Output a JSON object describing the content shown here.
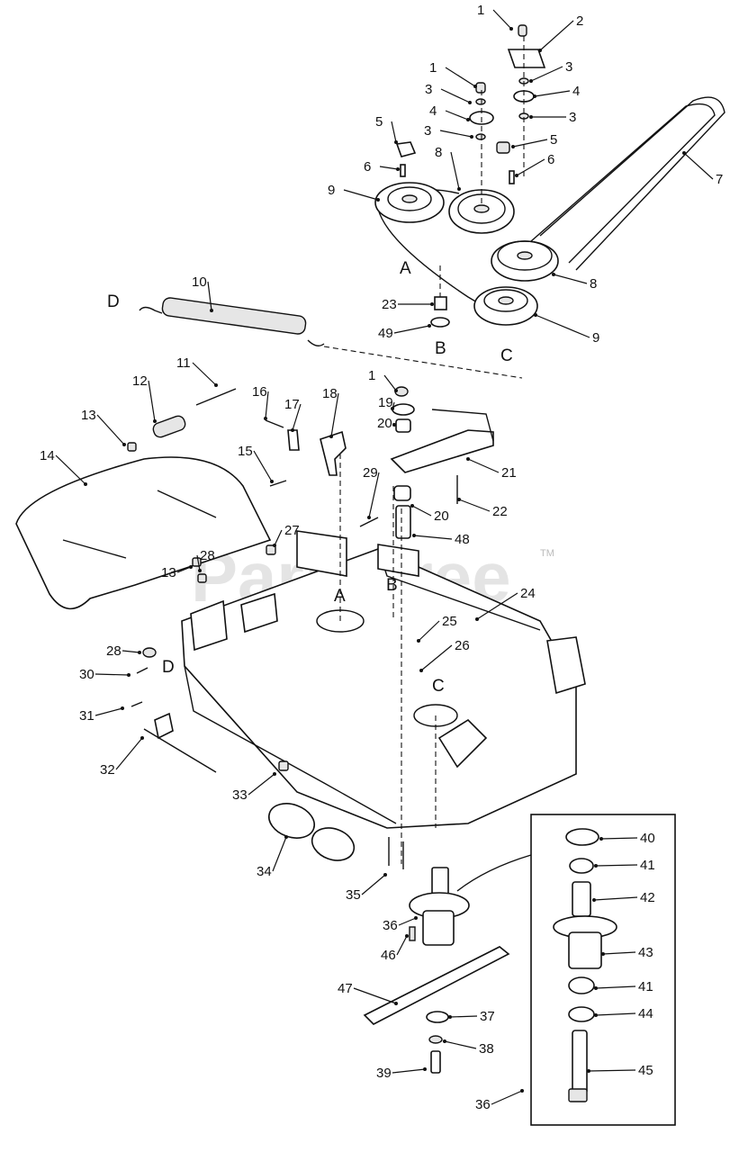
{
  "watermark": {
    "text": "PartsTree",
    "trademark": "TM"
  },
  "reference_letters": [
    "A",
    "B",
    "C",
    "D",
    "A",
    "B",
    "C",
    "D"
  ],
  "callouts": [
    {
      "n": "1"
    },
    {
      "n": "2"
    },
    {
      "n": "3"
    },
    {
      "n": "1"
    },
    {
      "n": "3"
    },
    {
      "n": "4"
    },
    {
      "n": "4"
    },
    {
      "n": "3"
    },
    {
      "n": "3"
    },
    {
      "n": "5"
    },
    {
      "n": "5"
    },
    {
      "n": "6"
    },
    {
      "n": "6"
    },
    {
      "n": "8"
    },
    {
      "n": "7"
    },
    {
      "n": "9"
    },
    {
      "n": "8"
    },
    {
      "n": "23"
    },
    {
      "n": "49"
    },
    {
      "n": "9"
    },
    {
      "n": "10"
    },
    {
      "n": "11"
    },
    {
      "n": "12"
    },
    {
      "n": "16"
    },
    {
      "n": "17"
    },
    {
      "n": "18"
    },
    {
      "n": "1"
    },
    {
      "n": "19"
    },
    {
      "n": "20"
    },
    {
      "n": "13"
    },
    {
      "n": "14"
    },
    {
      "n": "15"
    },
    {
      "n": "21"
    },
    {
      "n": "29"
    },
    {
      "n": "22"
    },
    {
      "n": "20"
    },
    {
      "n": "27"
    },
    {
      "n": "48"
    },
    {
      "n": "28"
    },
    {
      "n": "13"
    },
    {
      "n": "24"
    },
    {
      "n": "25"
    },
    {
      "n": "28"
    },
    {
      "n": "26"
    },
    {
      "n": "30"
    },
    {
      "n": "31"
    },
    {
      "n": "32"
    },
    {
      "n": "33"
    },
    {
      "n": "34"
    },
    {
      "n": "40"
    },
    {
      "n": "41"
    },
    {
      "n": "42"
    },
    {
      "n": "35"
    },
    {
      "n": "36"
    },
    {
      "n": "43"
    },
    {
      "n": "46"
    },
    {
      "n": "47"
    },
    {
      "n": "41"
    },
    {
      "n": "37"
    },
    {
      "n": "44"
    },
    {
      "n": "38"
    },
    {
      "n": "45"
    },
    {
      "n": "39"
    },
    {
      "n": "36"
    }
  ]
}
